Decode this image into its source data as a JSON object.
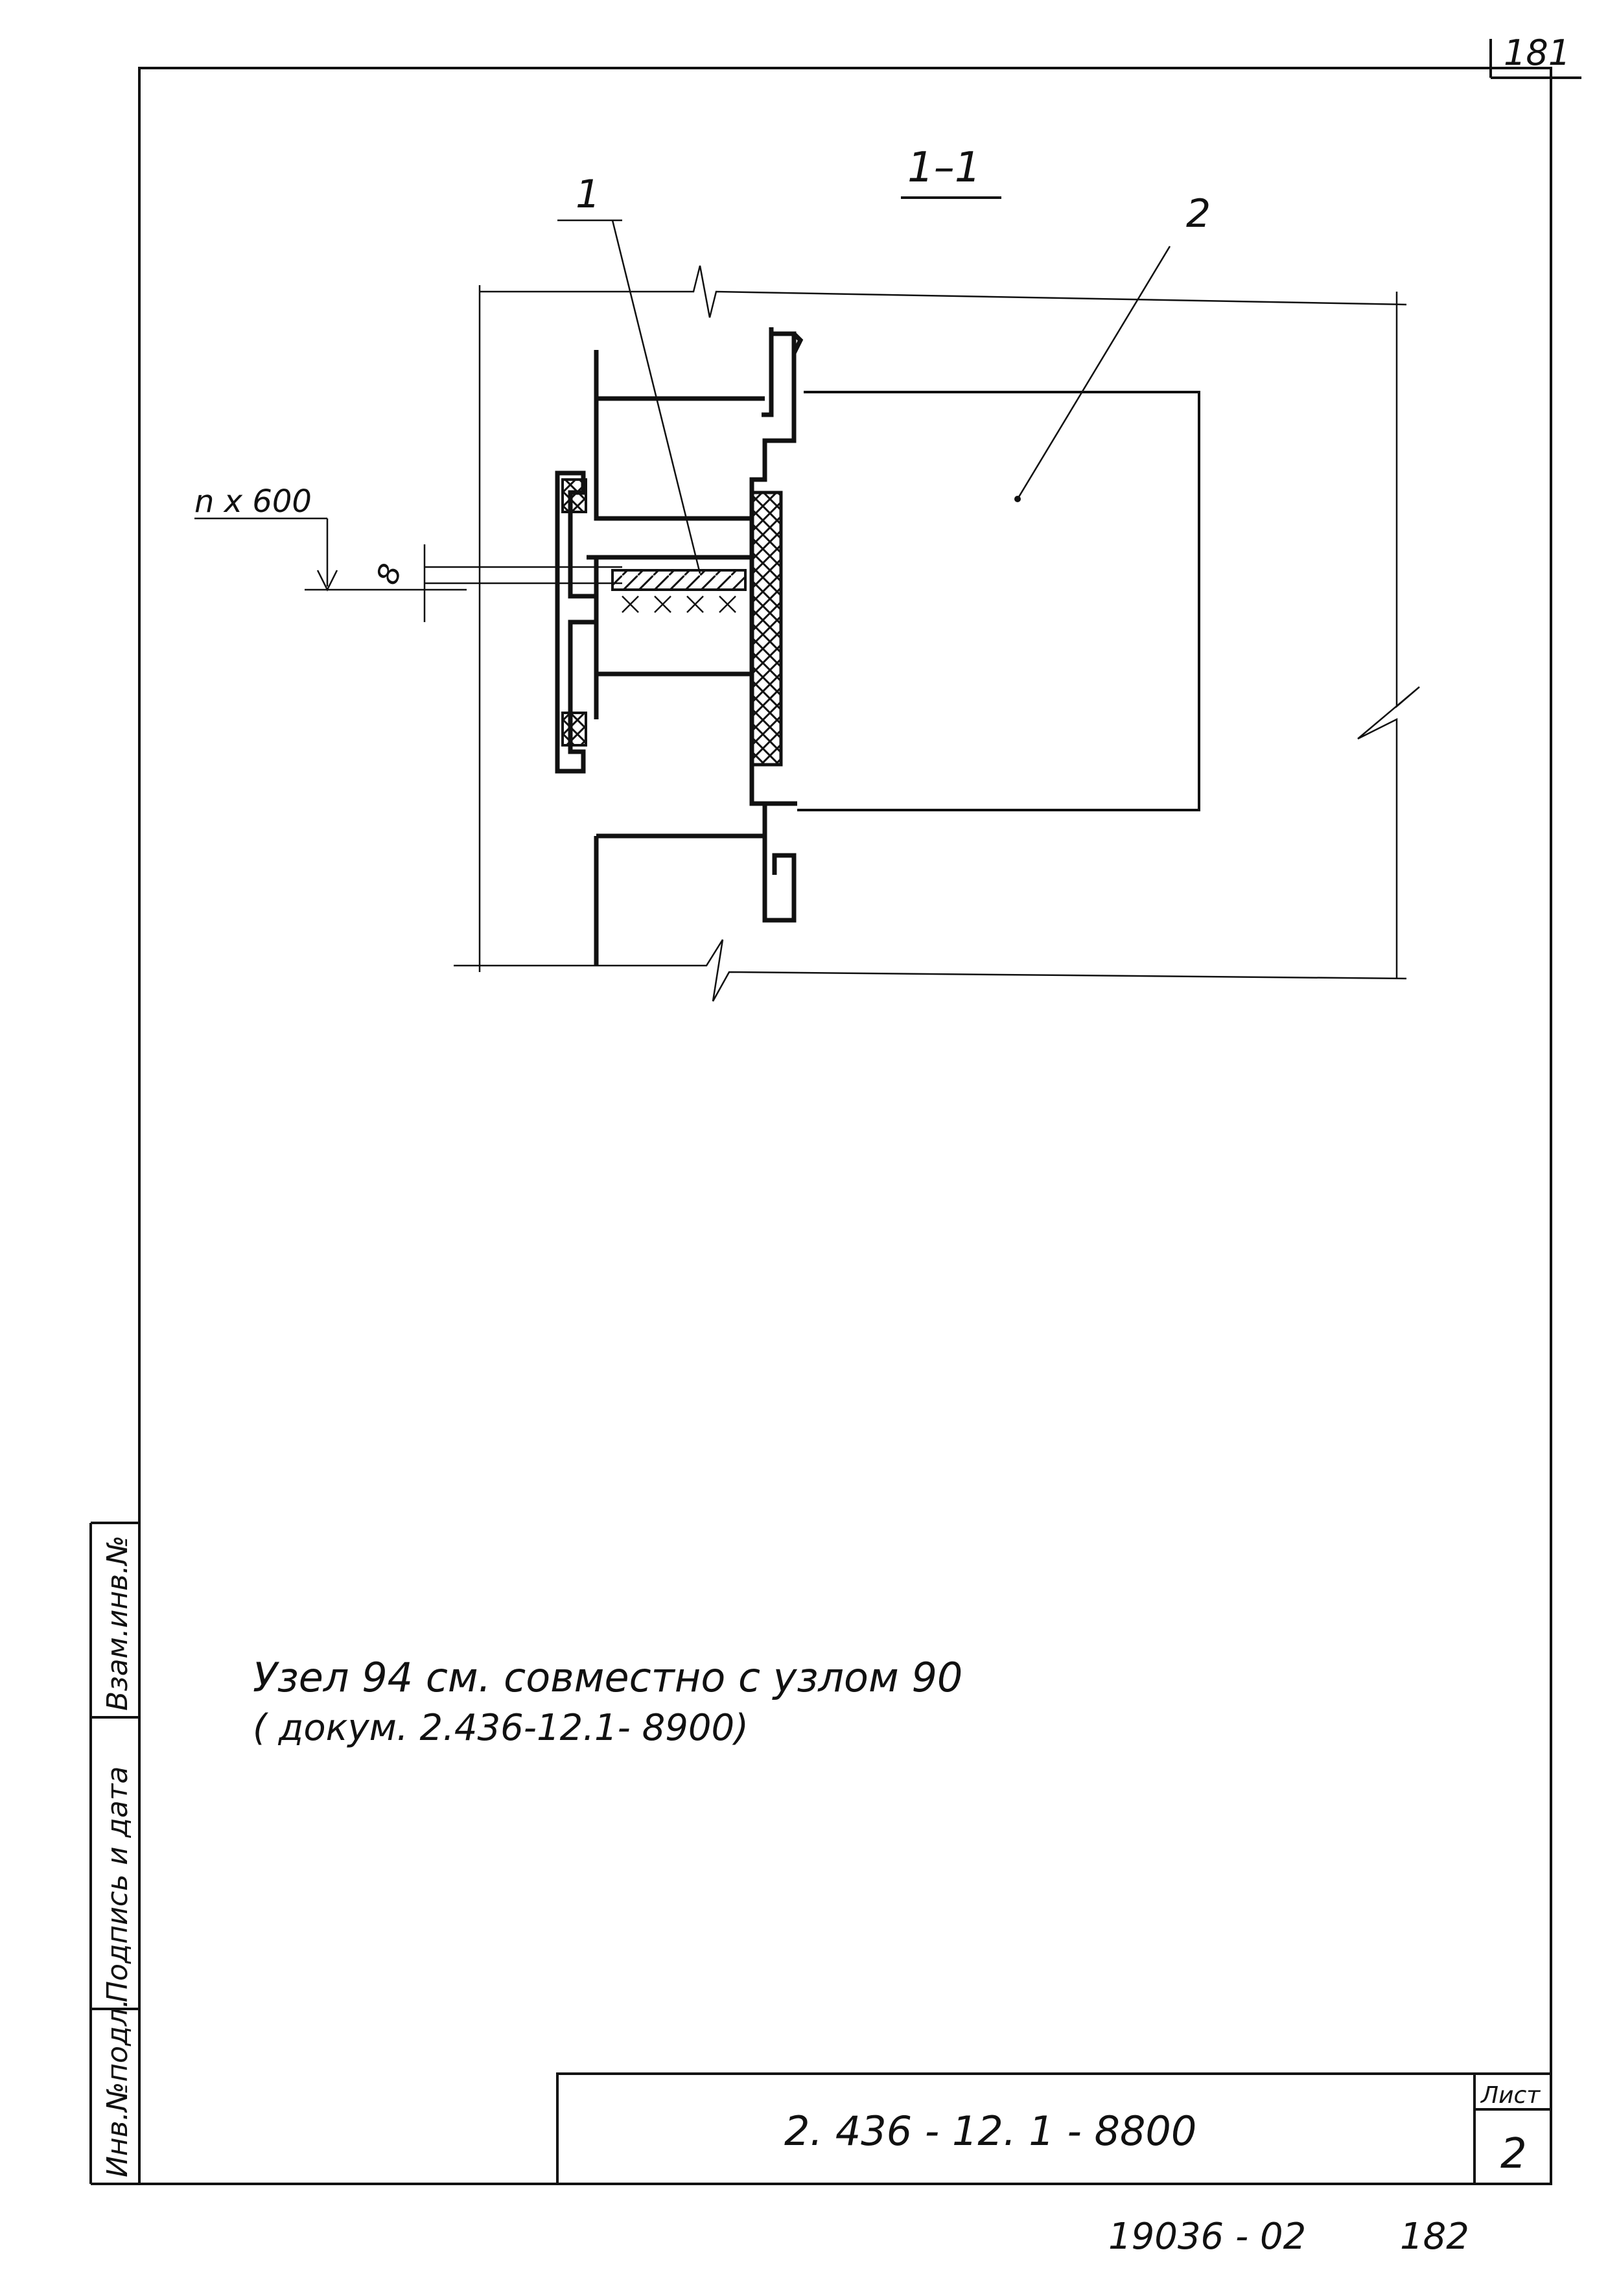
{
  "sheet": {
    "page_top_number": "181",
    "page_bottom_code": "19036 - 02",
    "page_bottom_number": "182"
  },
  "drawing": {
    "section_label": "1–1",
    "callout_1": "1",
    "callout_2": "2",
    "dim_spacing": "n x 600",
    "dim_gap": "8"
  },
  "note": {
    "line1": "Узел 94    см. совместно с  узлом 90",
    "line2": "( докум. 2.436-12.1- 8900)"
  },
  "side_stamp": {
    "cells": [
      "Взам.инв.№",
      "Подпись и дата",
      "Инв.№подл."
    ]
  },
  "title_block": {
    "code": "2. 436 - 12. 1 - 8800",
    "sheet_label": "Лист",
    "sheet_number": "2"
  }
}
